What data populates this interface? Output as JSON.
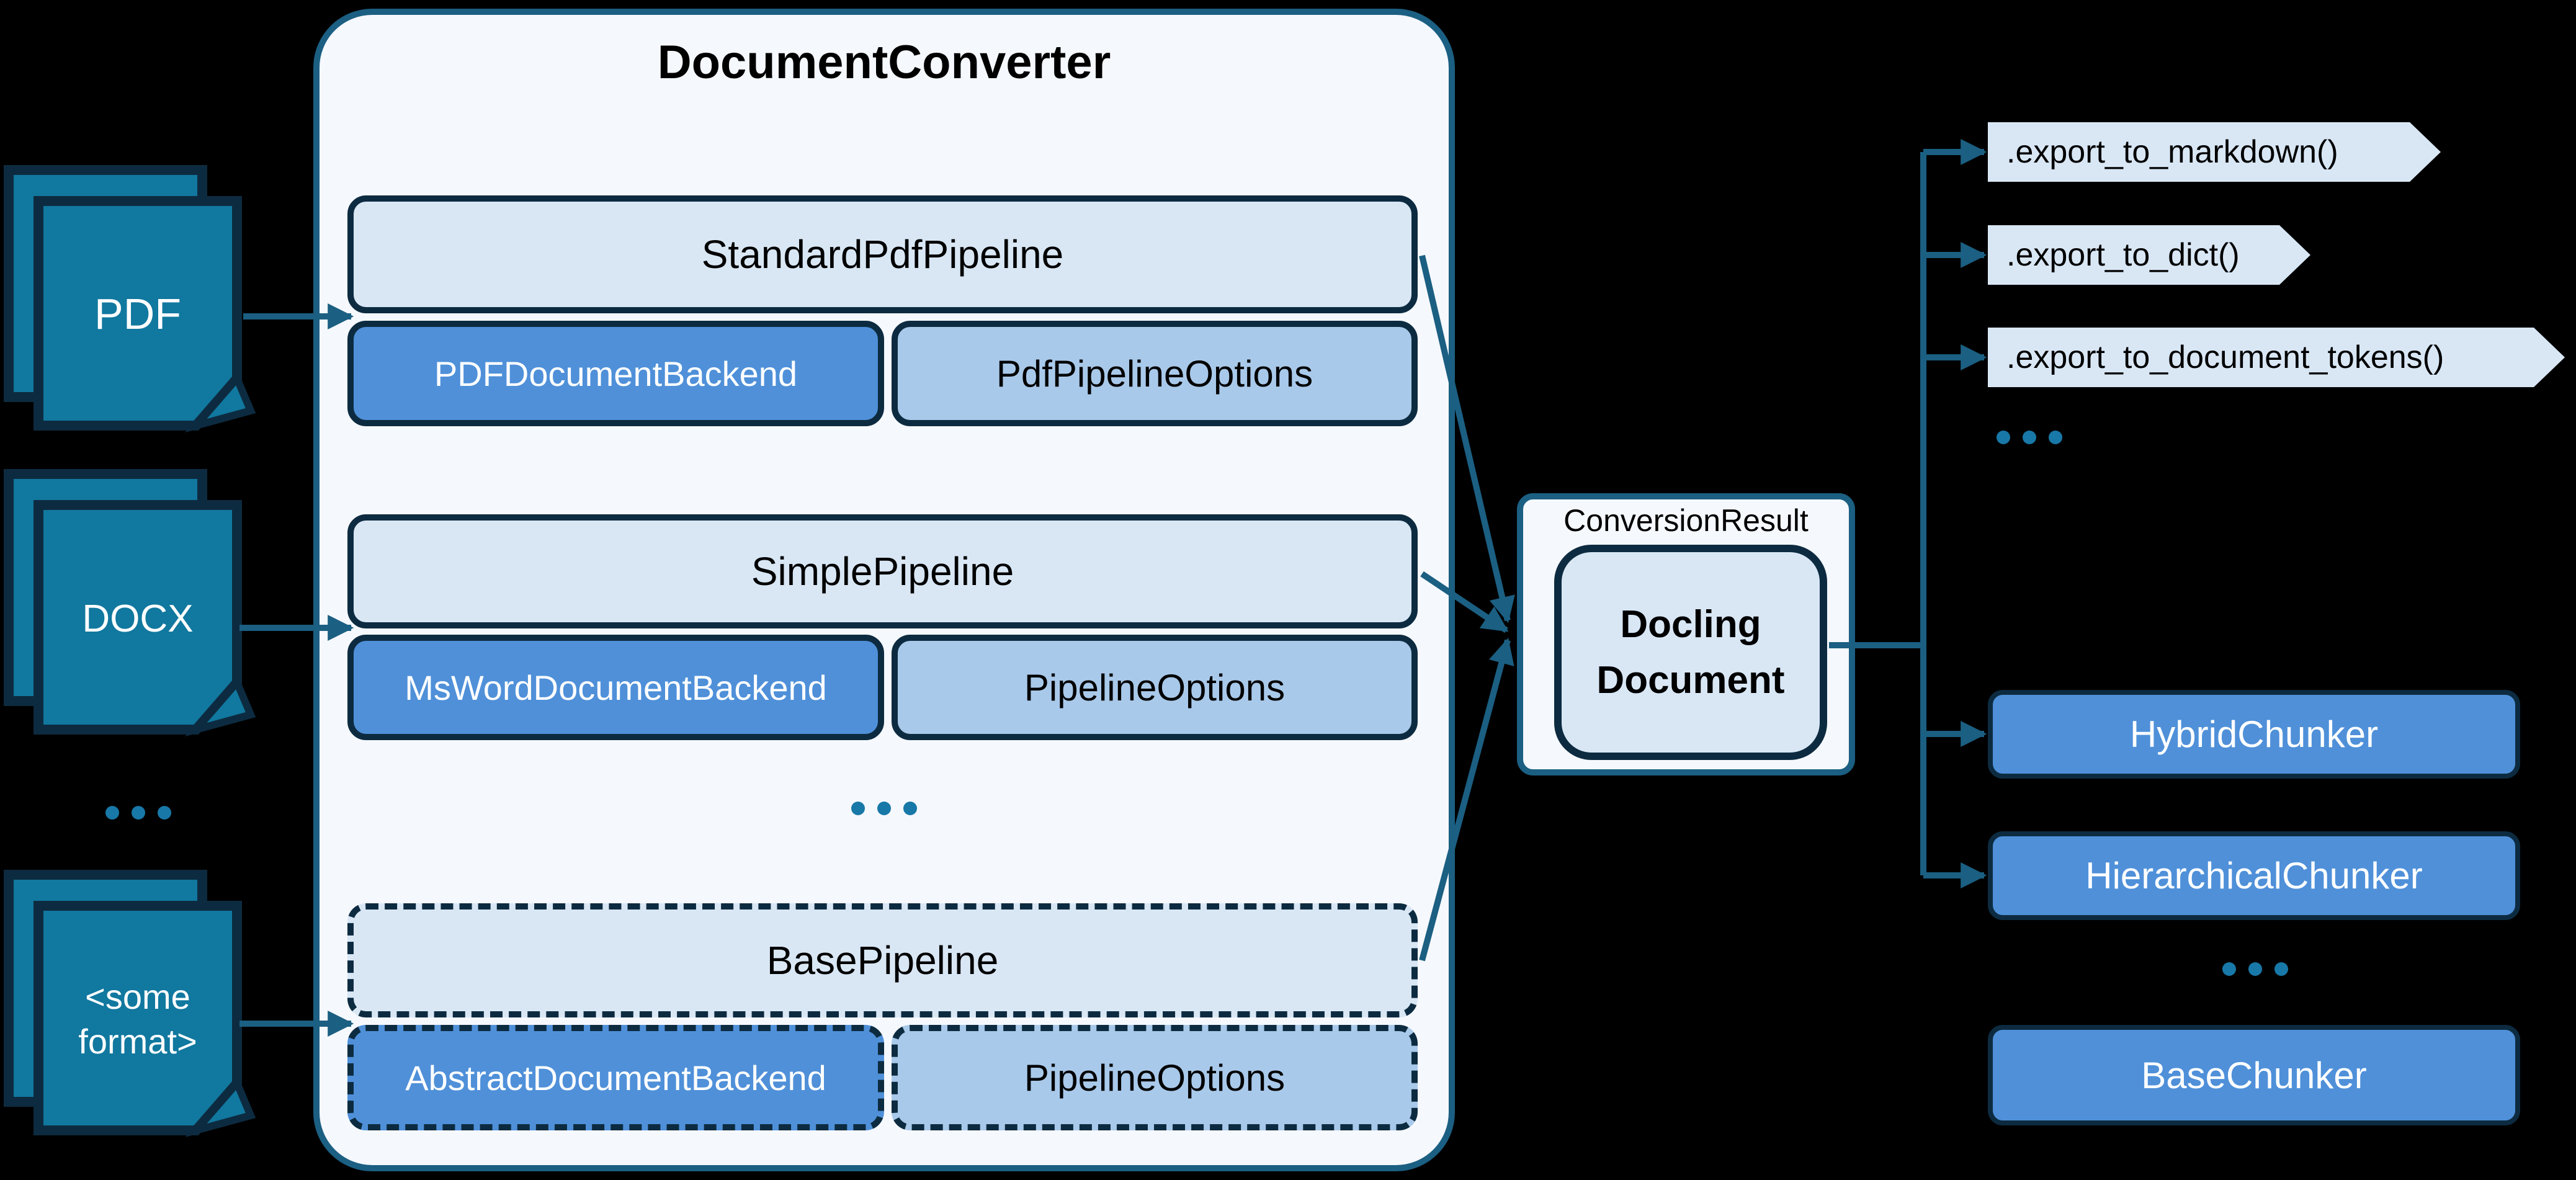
{
  "converter": {
    "title": "DocumentConverter",
    "pipelines": [
      {
        "pipeline": "StandardPdfPipeline",
        "backend": "PDFDocumentBackend",
        "options": "PdfPipelineOptions",
        "dashed": false
      },
      {
        "pipeline": "SimplePipeline",
        "backend": "MsWordDocumentBackend",
        "options": "PipelineOptions",
        "dashed": false
      },
      {
        "pipeline": "BasePipeline",
        "backend": "AbstractDocumentBackend",
        "options": "PipelineOptions",
        "dashed": true
      }
    ],
    "ellipsis": "..."
  },
  "sources": {
    "items": [
      {
        "label": "PDF"
      },
      {
        "label": "DOCX"
      },
      {
        "label": "<some format>",
        "line1": "<some",
        "line2": "format>"
      }
    ],
    "ellipsis": "..."
  },
  "result": {
    "label": "ConversionResult",
    "document": "Docling Document",
    "doc_line1": "Docling",
    "doc_line2": "Document"
  },
  "exports": {
    "items": [
      {
        "label": ".export_to_markdown()"
      },
      {
        "label": ".export_to_dict()"
      },
      {
        "label": ".export_to_document_tokens()"
      }
    ],
    "ellipsis": "..."
  },
  "chunkers": {
    "items": [
      {
        "label": "HybridChunker",
        "dashed": false
      },
      {
        "label": "HierarchicalChunker",
        "dashed": false
      },
      {
        "label": "BaseChunker",
        "dashed": true
      }
    ],
    "ellipsis": "..."
  },
  "colors": {
    "page": "#11789f",
    "ink": "#0d2b40",
    "line": "#1b5f82",
    "panel": "#f5f8fd",
    "light": "#d9e7f5",
    "mid": "#a9c9ea",
    "blue": "#4f90d9",
    "dots": "#1878a8",
    "tdark": "#000000",
    "tlight": "#ffffff"
  }
}
